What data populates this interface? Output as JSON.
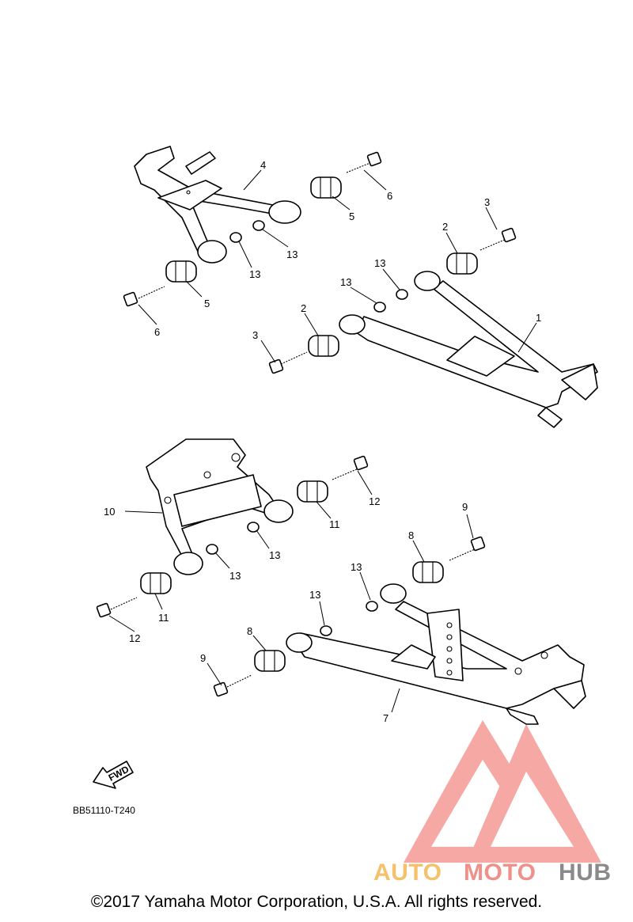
{
  "callouts": {
    "c4": "4",
    "c6a": "6",
    "c5a": "5",
    "c13a": "13",
    "c13b": "13",
    "c5b": "5",
    "c6b": "6",
    "c3a": "3",
    "c2a": "2",
    "c13c": "13",
    "c13d": "13",
    "c2b": "2",
    "c3b": "3",
    "c1": "1",
    "c10": "10",
    "c12a": "12",
    "c11a": "11",
    "c13e": "13",
    "c9a": "9",
    "c8a": "8",
    "c13f": "13",
    "c13g": "13",
    "c11b": "11",
    "c12b": "12",
    "c13h": "13",
    "c8b": "8",
    "c9b": "9",
    "c7": "7"
  },
  "fwd_label": "FWD",
  "diagram_code": "BB51110-T240",
  "watermark": {
    "part1": "AUTO",
    "part2": "MOTO",
    "part3": "HUB",
    "color1": "#f5c16b",
    "color2": "#f0908a",
    "color3": "#8a8a8a",
    "logo_color": "#f08a85"
  },
  "copyright": "©2017 Yamaha Motor Corporation, U.S.A. All rights reserved."
}
